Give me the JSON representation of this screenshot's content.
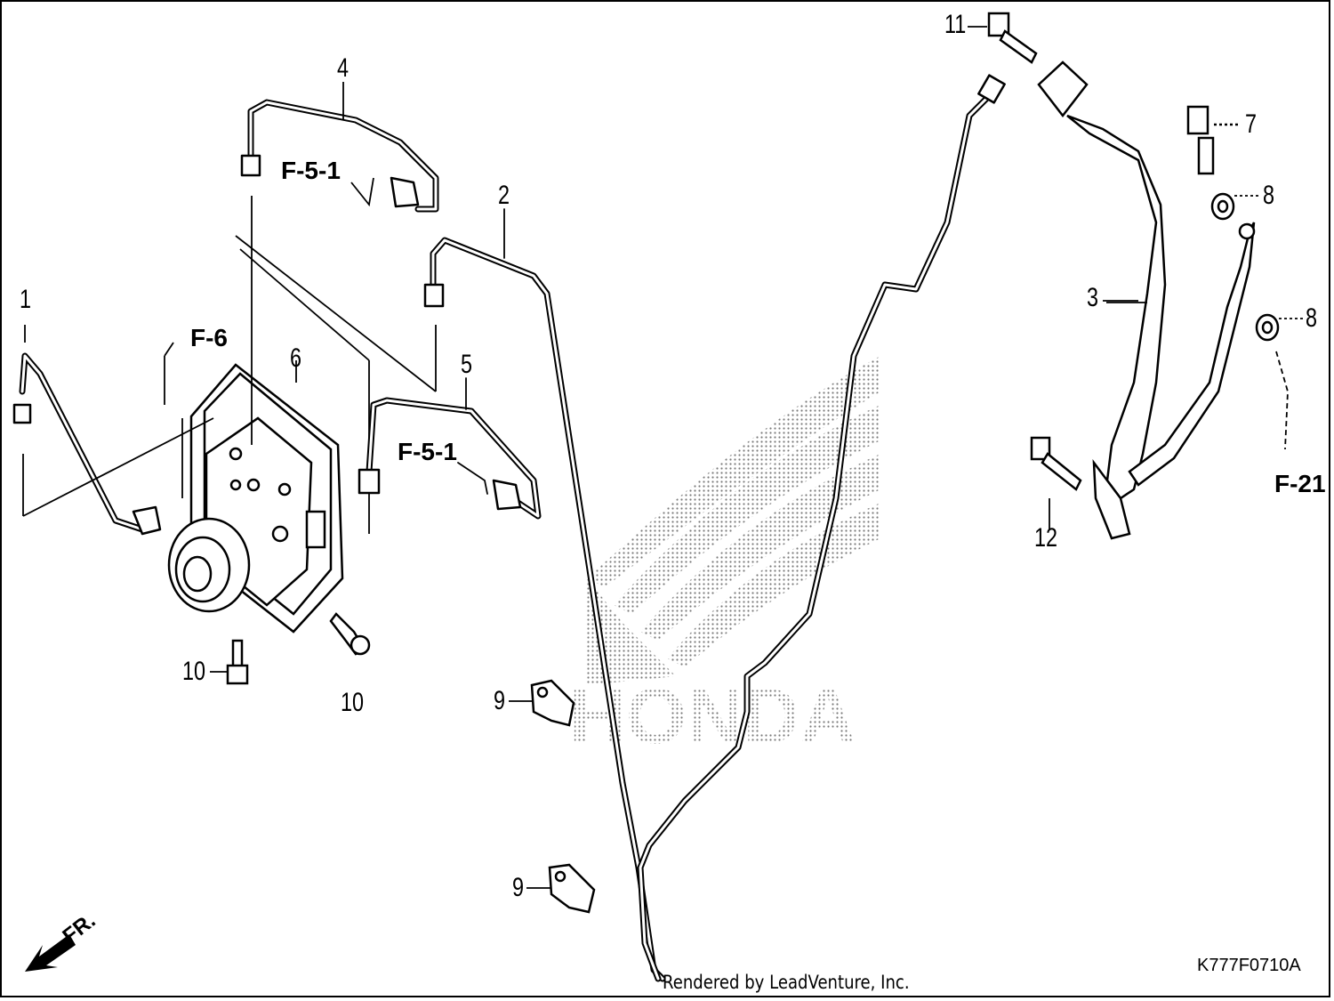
{
  "callouts": {
    "c1": "1",
    "c2": "2",
    "c3": "3",
    "c4": "4",
    "c5": "5",
    "c6": "6",
    "c7": "7",
    "c8a": "8",
    "c8b": "8",
    "c9a": "9",
    "c9b": "9",
    "c10a": "10",
    "c10b": "10",
    "c11": "11",
    "c12": "12"
  },
  "references": {
    "f51_top": "F-5-1",
    "f51_mid": "F-5-1",
    "f6": "F-6",
    "f21": "F-21"
  },
  "front_label": "FR.",
  "diagram_code": "K777F0710A",
  "watermark": "HONDA",
  "credit": "Rendered by LeadVenture, Inc."
}
